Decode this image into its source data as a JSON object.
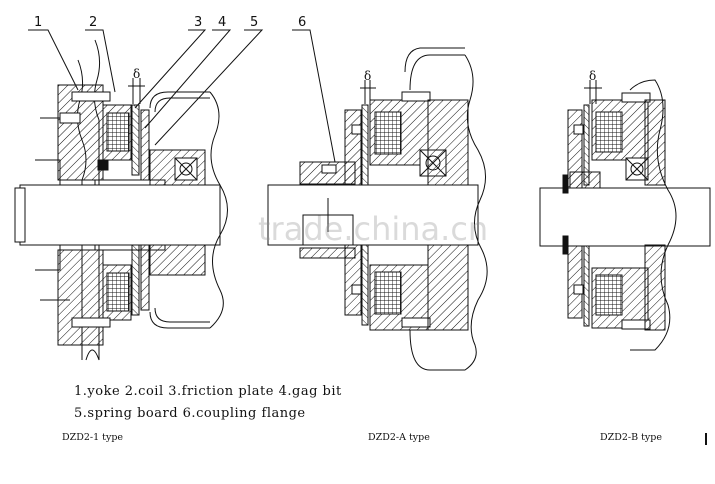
{
  "callouts": [
    "1",
    "2",
    "3",
    "4",
    "5",
    "6"
  ],
  "gap_symbol": "δ",
  "legend": {
    "line1": "1.yoke  2.coil  3.friction plate  4.gag bit",
    "line2": "5.spring board  6.coupling flange"
  },
  "types": [
    "DZD2-1  type",
    "DZD2-A  type",
    "DZD2-B  type"
  ],
  "watermark": "trade.china.cn",
  "colors": {
    "ink": "#111111",
    "background": "#ffffff",
    "watermark": "#969696"
  }
}
